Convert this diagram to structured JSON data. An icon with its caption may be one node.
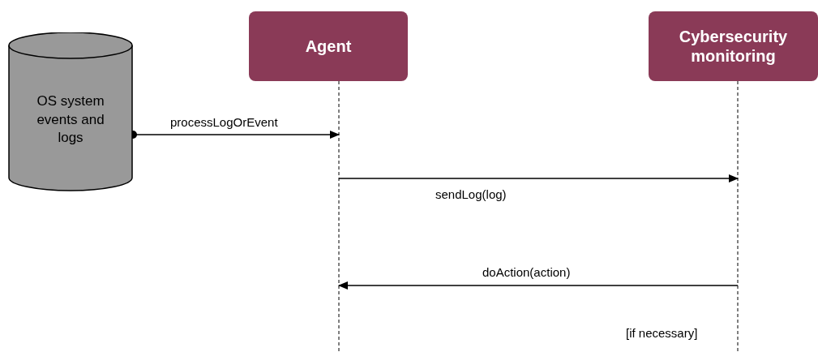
{
  "diagram": {
    "nodes": [
      {
        "text": [
          "OS system events and logs"
        ]
      },
      {
        "text": [
          "Agent"
        ]
      },
      {
        "text": [
          "Cybersecurity monitoring"
        ]
      }
    ],
    "edges": [
      {
        "from": 0,
        "to": 1,
        "arrow": "to",
        "label": "processLogOrEvent"
      },
      {
        "from": 1,
        "to": 2,
        "arrow": "to",
        "label": "sendLog(log)"
      },
      {
        "from": 2,
        "to": 1,
        "arrow": "to",
        "label": "doAction(action)"
      }
    ],
    "labels": [
      "[if necessary]"
    ]
  }
}
